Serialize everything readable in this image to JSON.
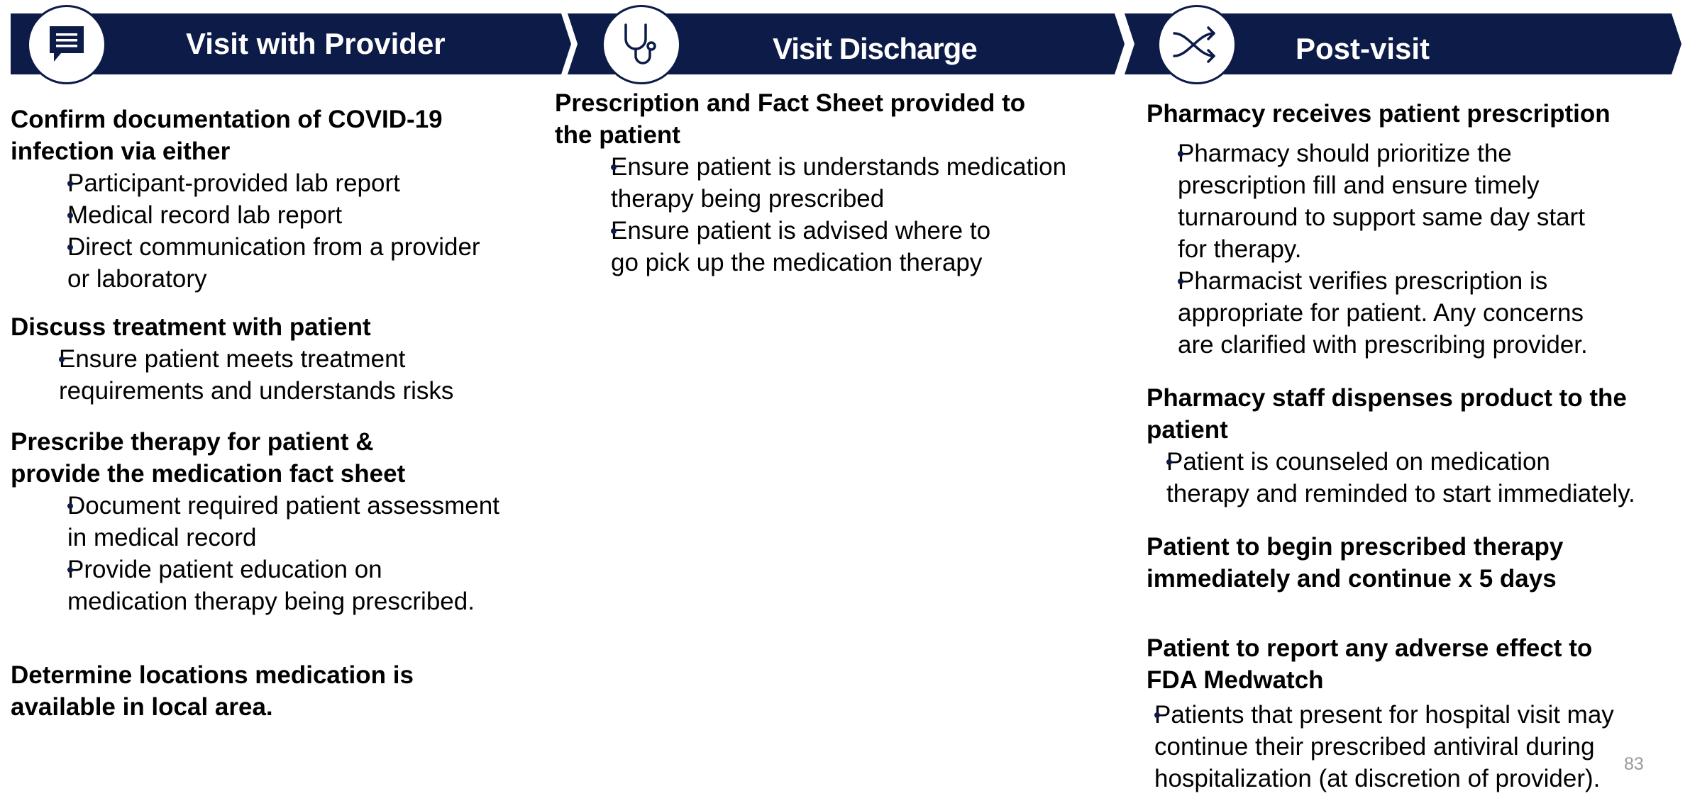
{
  "phases": [
    {
      "title": "Visit with Provider",
      "icon": "chat-bubble-icon"
    },
    {
      "title": "Visit Discharge",
      "icon": "stethoscope-icon"
    },
    {
      "title": "Post-visit",
      "icon": "shuffle-arrows-icon"
    }
  ],
  "col1": {
    "s1": {
      "title": [
        "Confirm documentation of COVID-19",
        "infection via either"
      ],
      "items": [
        [
          "Participant-provided lab report"
        ],
        [
          "Medical record lab report"
        ],
        [
          "Direct communication from a provider",
          "or laboratory"
        ]
      ]
    },
    "s2": {
      "title": [
        "Discuss treatment with patient"
      ],
      "items": [
        [
          "Ensure patient meets treatment",
          "requirements and understands risks"
        ]
      ]
    },
    "s3": {
      "title": [
        "Prescribe therapy for patient &",
        "provide the medication fact sheet"
      ],
      "items": [
        [
          "Document required patient assessment",
          "in medical record"
        ],
        [
          "Provide patient education on",
          "medication therapy being prescribed."
        ]
      ]
    },
    "s4": {
      "title": [
        "Determine locations medication is",
        "available in local area."
      ]
    }
  },
  "col2": {
    "s1": {
      "title": [
        "Prescription and Fact Sheet provided to",
        "the patient"
      ],
      "items": [
        [
          "Ensure patient is understands medication",
          "therapy being prescribed"
        ],
        [
          "Ensure patient is advised where to",
          "go pick up the medication therapy"
        ]
      ]
    }
  },
  "col3": {
    "s1": {
      "title": [
        "Pharmacy receives patient prescription"
      ],
      "items": [
        [
          "Pharmacy should prioritize the",
          "prescription fill and ensure timely",
          "turnaround to support same day start",
          "for therapy."
        ],
        [
          "Pharmacist verifies prescription is",
          "appropriate for patient.  Any concerns",
          "are clarified with prescribing provider."
        ]
      ]
    },
    "s2": {
      "title": [
        "Pharmacy staff dispenses product to the",
        "patient"
      ],
      "items": [
        [
          "Patient is counseled on medication",
          "therapy and reminded to start immediately."
        ]
      ]
    },
    "s3": {
      "title": [
        "Patient to begin prescribed therapy",
        "immediately and continue x 5 days"
      ]
    },
    "s4": {
      "title": [
        "Patient to report any adverse effect to",
        "FDA Medwatch"
      ],
      "items": [
        [
          "Patients that present for hospital visit may",
          "continue their prescribed antiviral during",
          "hospitalization (at discretion of provider)."
        ]
      ]
    }
  },
  "page_number": "83"
}
